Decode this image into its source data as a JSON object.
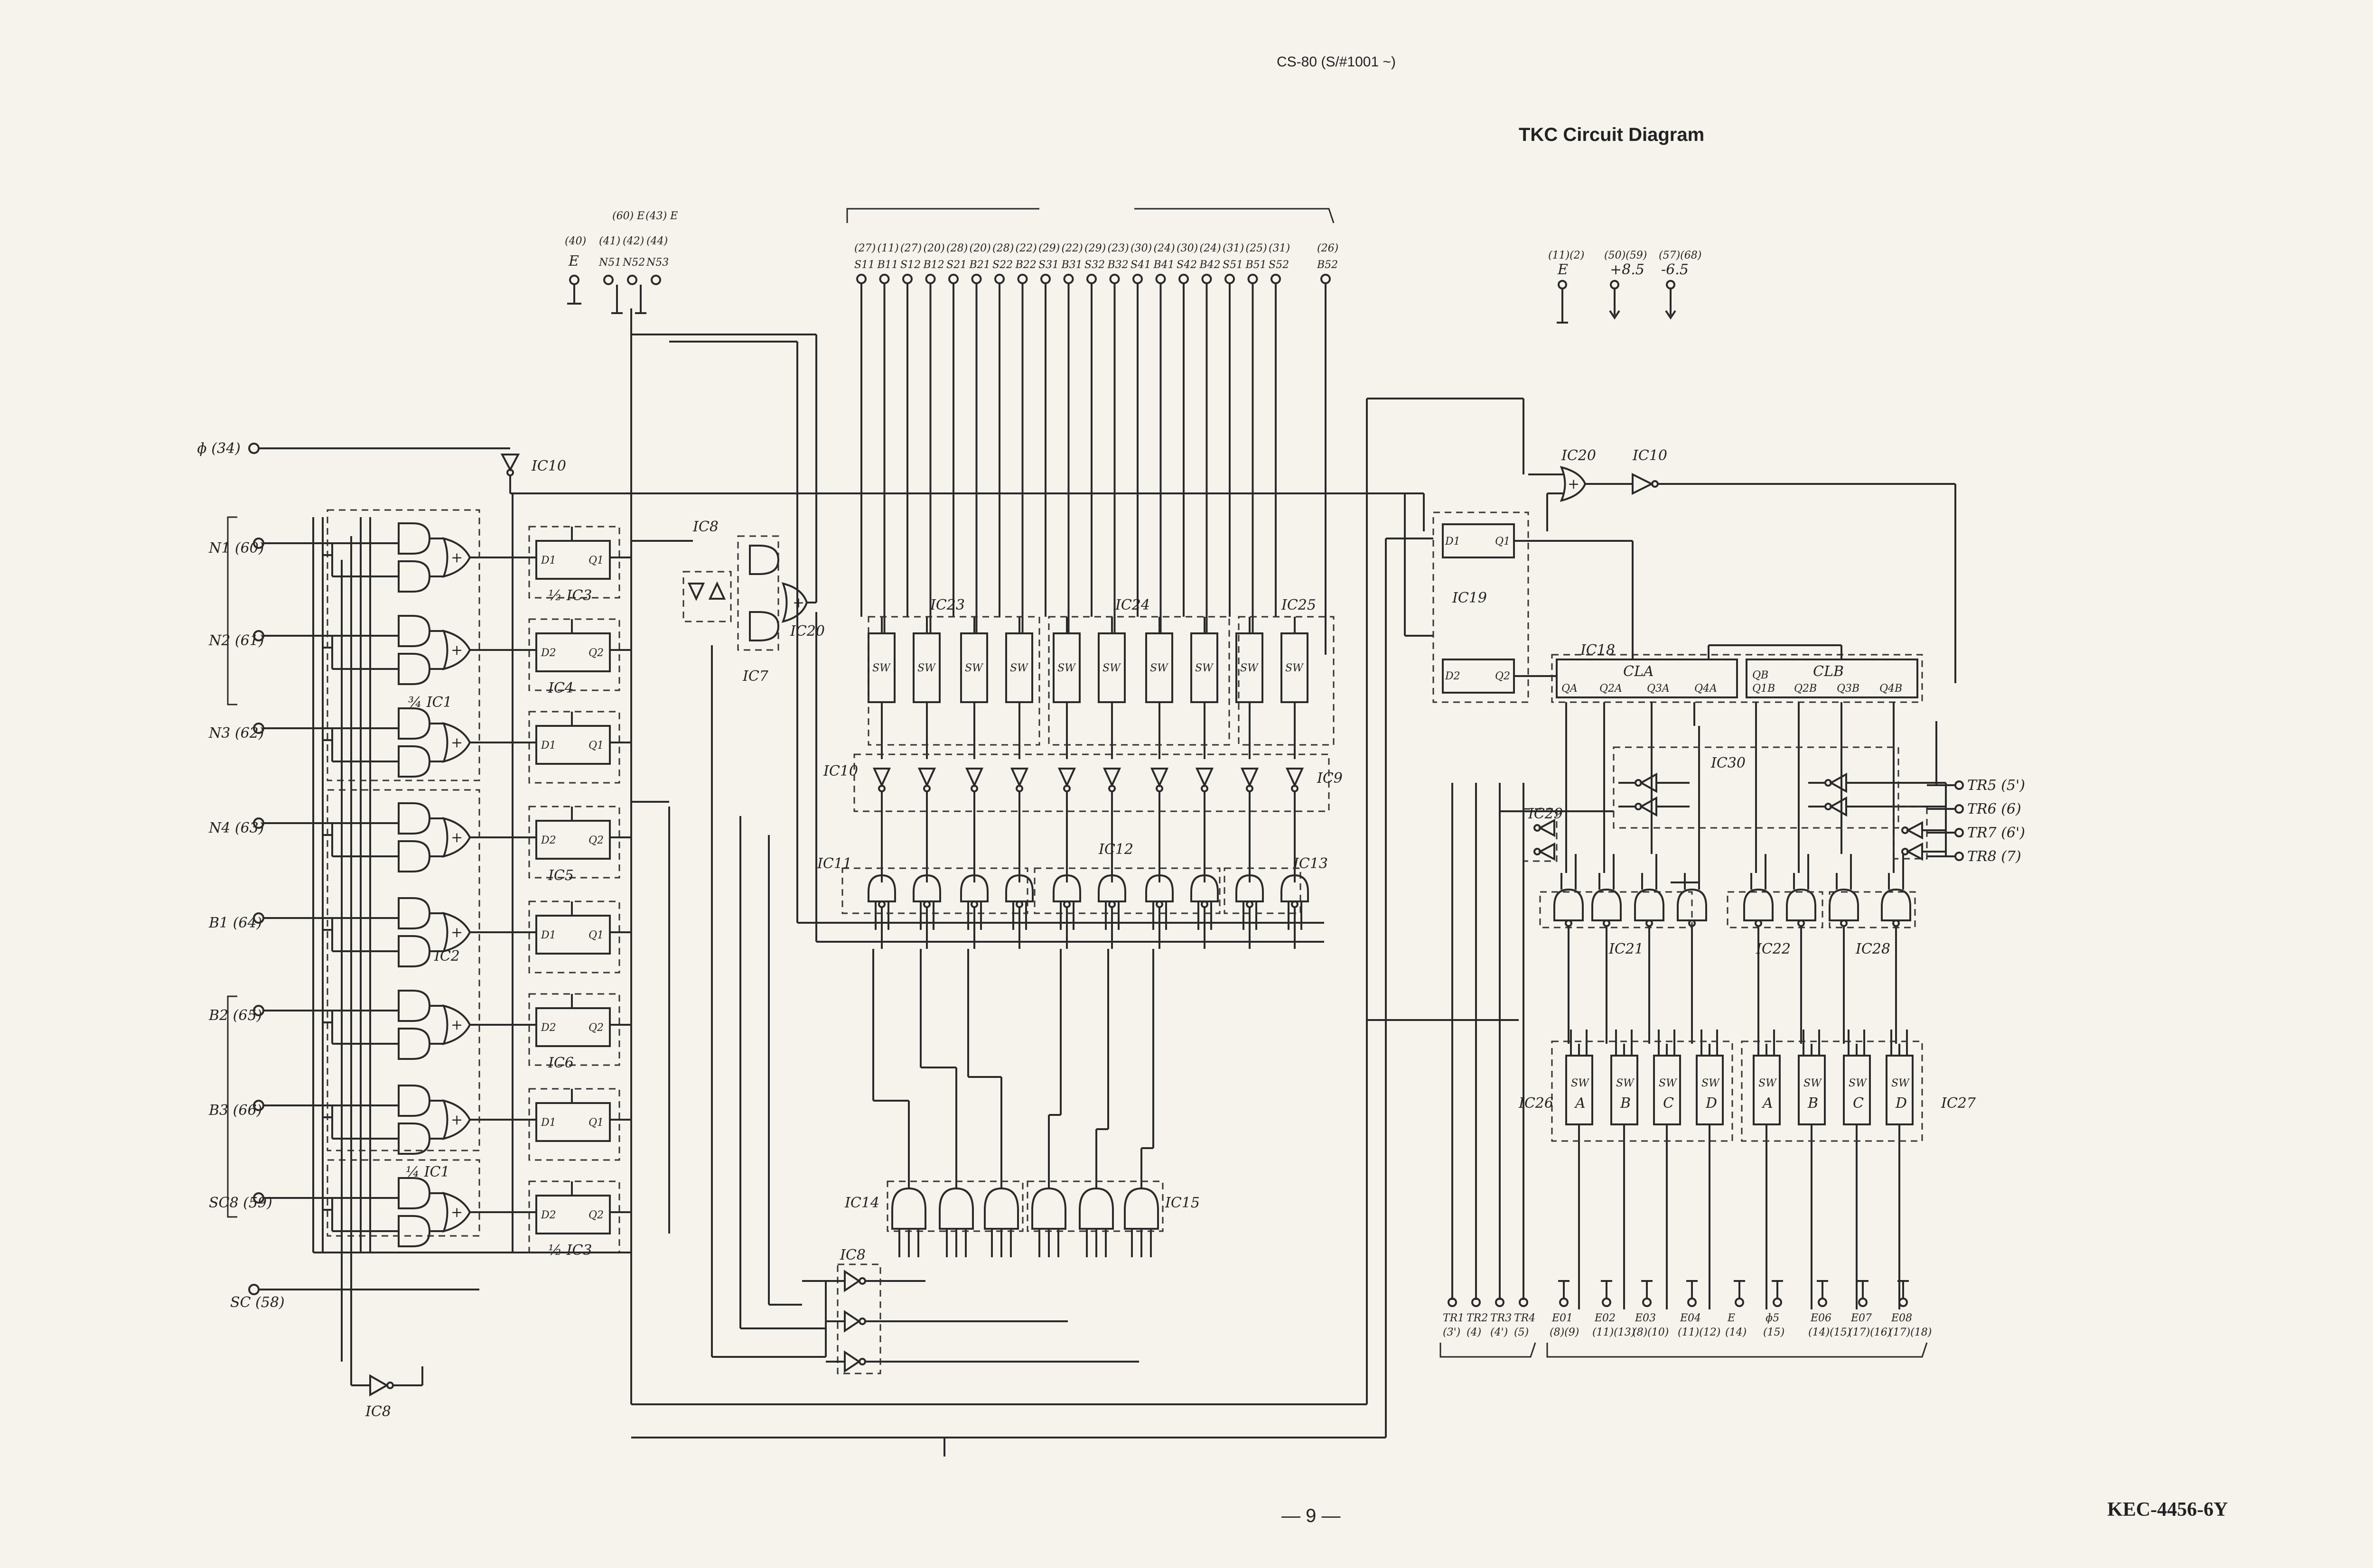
{
  "header": {
    "model": "CS-80 (S/#1001 ~)",
    "title": "TKC Circuit Diagram"
  },
  "footer": {
    "page": "— 9 —",
    "code": "KEC-4456-6Y"
  },
  "top_connectors": {
    "e_left": {
      "pin": "(40)",
      "name": "E"
    },
    "ns": [
      {
        "pin": "(41)",
        "extra": "",
        "name": "N51"
      },
      {
        "pin": "(42)",
        "extra": "(60) E",
        "name": "N52"
      },
      {
        "pin": "(44)",
        "extra": "(43) E",
        "name": "N53"
      }
    ],
    "bus": [
      {
        "pin": "(27)",
        "name": "S11"
      },
      {
        "pin": "(11)",
        "name": "B11"
      },
      {
        "pin": "(27)",
        "name": "S12"
      },
      {
        "pin": "(20)",
        "name": "B12"
      },
      {
        "pin": "(28)",
        "name": "S21"
      },
      {
        "pin": "(20)",
        "name": "B21"
      },
      {
        "pin": "(28)",
        "name": "S22"
      },
      {
        "pin": "(22)",
        "name": "B22"
      },
      {
        "pin": "(29)",
        "name": "S31"
      },
      {
        "pin": "(22)",
        "name": "B31"
      },
      {
        "pin": "(29)",
        "name": "S32"
      },
      {
        "pin": "(23)",
        "name": "B32"
      },
      {
        "pin": "(30)",
        "name": "S41"
      },
      {
        "pin": "(24)",
        "name": "B41"
      },
      {
        "pin": "(30)",
        "name": "S42"
      },
      {
        "pin": "(24)",
        "name": "B42"
      },
      {
        "pin": "(31)",
        "name": "S51"
      },
      {
        "pin": "(25)",
        "name": "B51"
      },
      {
        "pin": "(31)",
        "name": "S52"
      }
    ],
    "b52": {
      "pin": "(26)",
      "name": "B52"
    },
    "power": [
      {
        "pin": "(11)(2)",
        "name": "E"
      },
      {
        "pin": "(50)(59)",
        "name": "+8.5"
      },
      {
        "pin": "(57)(68)",
        "name": "-6.5"
      }
    ]
  },
  "left_inputs": [
    {
      "label": "ɸ (34)"
    },
    {
      "label": "N1 (60)"
    },
    {
      "label": "N2 (61)"
    },
    {
      "label": "N3 (62)"
    },
    {
      "label": "N4 (63)"
    },
    {
      "label": "B1 (64)"
    },
    {
      "label": "B2 (65)"
    },
    {
      "label": "B3 (66)"
    },
    {
      "label": "SC8 (59)"
    },
    {
      "label": "SC (58)"
    }
  ],
  "flipflops": [
    {
      "d": "D1",
      "q": "Q1",
      "ic": "½ IC3"
    },
    {
      "d": "D2",
      "q": "Q2",
      "ic": "IC4"
    },
    {
      "d": "D1",
      "q": "Q1",
      "ic": ""
    },
    {
      "d": "D2",
      "q": "Q2",
      "ic": "IC5"
    },
    {
      "d": "D1",
      "q": "Q1",
      "ic": ""
    },
    {
      "d": "D2",
      "q": "Q2",
      "ic": "IC6"
    },
    {
      "d": "D1",
      "q": "Q1",
      "ic": ""
    },
    {
      "d": "D2",
      "q": "Q2",
      "ic": "½ IC3"
    }
  ],
  "gate_groups": [
    "¾ IC1",
    "IC2",
    "¼ IC1"
  ],
  "ic_labels": {
    "ic10_top": "IC10",
    "ic8_left": "IC8",
    "ic7": "IC7",
    "ic20_left": "IC20",
    "ic23": "IC23",
    "ic24": "IC24",
    "ic25": "IC25",
    "ic10_mid": "IC10",
    "ic9": "IC9",
    "ic11": "IC11",
    "ic12": "IC12",
    "ic13": "IC13",
    "ic14": "IC14",
    "ic15": "IC15",
    "ic8_mid": "IC8",
    "ic8_bottom": "IC8",
    "ic20_right": "IC20",
    "ic10_right": "IC10",
    "ic19": "IC19",
    "ic18": "IC18",
    "cla": "CLA",
    "clb": "CLB",
    "ic30": "IC30",
    "ic29": "IC29",
    "ic21": "IC21",
    "ic22": "IC22",
    "ic28": "IC28",
    "ic26": "IC26",
    "ic27": "IC27"
  },
  "switch_label": "SW",
  "ic19": {
    "d1": "D1",
    "q1": "Q1",
    "d2": "D2",
    "q2": "Q2"
  },
  "ic18_pins": [
    "QA",
    "Q2A",
    "Q3A",
    "Q4A",
    "QB",
    "Q1B",
    "Q2B",
    "Q3B",
    "Q4B"
  ],
  "lower_switches": [
    "A",
    "B",
    "C",
    "D",
    "A",
    "B",
    "C",
    "D"
  ],
  "right_outputs": [
    "TR5 (5')",
    "TR6 (6)",
    "TR7 (6')",
    "TR8 (7)"
  ],
  "bottom_tr": [
    {
      "name": "TR1",
      "pin": "(3')"
    },
    {
      "name": "TR2",
      "pin": "(4)"
    },
    {
      "name": "TR3",
      "pin": "(4')"
    },
    {
      "name": "TR4",
      "pin": "(5)"
    }
  ],
  "bottom_e": [
    {
      "name": "E01",
      "pin": "(8)(9)"
    },
    {
      "name": "E02",
      "pin": "(11)(13)"
    },
    {
      "name": "E03",
      "pin": "(8)(10)"
    },
    {
      "name": "E04",
      "pin": "(11)(12)"
    },
    {
      "name": "E",
      "pin": "(14)"
    },
    {
      "name": "ɸ5",
      "pin": "(15)"
    },
    {
      "name": "E06",
      "pin": "(14)(15)"
    },
    {
      "name": "E07",
      "pin": "(17)(16)"
    },
    {
      "name": "E08",
      "pin": "(17)(18)"
    }
  ]
}
